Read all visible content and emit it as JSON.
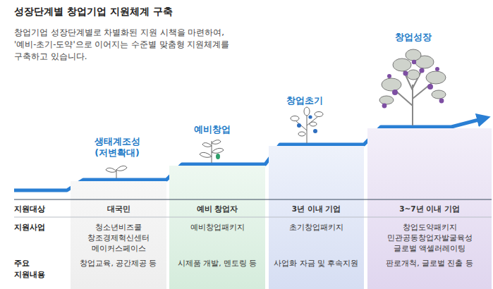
{
  "diagram": {
    "title": "성장단계별 창업기업 지원체계 구축",
    "nodes": [
      {
        "text": [
          "대국민",
          "청소년비즈쿨 창조경제혁신센터 메이커스페이스",
          "창업교육, 공간제공 등"
        ]
      },
      {
        "text": [
          "예비 창업자",
          "예비창업패키지",
          "시제품 개발, 멘토링 등"
        ]
      },
      {
        "text": [
          "3년 이내 기업",
          "초기창업패키지",
          "사업화 자금 및 후속지원"
        ]
      },
      {
        "text": [
          "3~7년 이내 기업",
          "창업도약패키지 민관공동창업자발굴육성 글로벌 액셀러레이팅",
          "판로개척, 글로벌 진출 등"
        ]
      }
    ],
    "labels": [
      "창업기업 성장단계별로 차별화된 지원 시책을 마련하여, '예비-초기-도약'으로 이어지는 수준별 맞춤형 지원체계를 구축하고 있습니다.",
      "생태계조성 (저변확대)",
      "예비창업",
      "창업초기",
      "창업성장",
      "지원대상",
      "지원사업",
      "주요 지원내용"
    ]
  }
}
